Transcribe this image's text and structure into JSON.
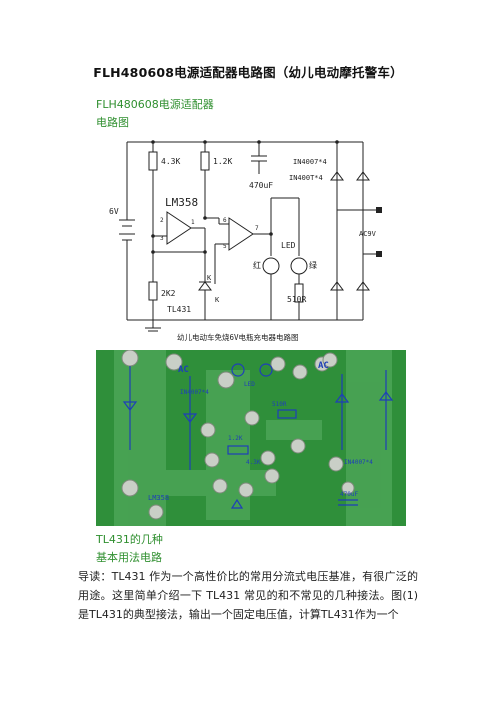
{
  "document": {
    "title": "FLH480608电源适配器电路图（幼儿电动摩托警车）",
    "subtitle_1": "FLH480608电源适配器",
    "subtitle_2": "电路图",
    "section_1": "TL431的几种",
    "section_2": "基本用法电路",
    "paragraph": "导读：TL431 作为一个高性价比的常用分流式电压基准，有很广泛的用途。这里简单介绍一下 TL431 常见的和不常见的几种接法。图(1)是TL431的典型接法，输出一个固定电压值，计算TL431作为一个"
  },
  "schematic": {
    "caption": "幼儿电动车免烧6V电瓶充电器电路图",
    "labels": {
      "r1": "4.3K",
      "r2": "1.2K",
      "cap": "470uF",
      "d_top1": "IN4007*4",
      "d_top2": "IN400T*4",
      "ic": "LM358",
      "battery": "6V",
      "ac": "AC9V",
      "led": "LED",
      "red": "红",
      "green_led": "绿",
      "r3": "2K2",
      "r4": "510R",
      "tl": "TL431",
      "k": "K",
      "pin1": "1",
      "pin2": "2",
      "pin3": "3",
      "pin6": "6",
      "pin5": "5",
      "pin7": "7"
    }
  },
  "photo": {
    "labels": {
      "ac_left": "AC",
      "ac_right": "AC",
      "diode_left": "IN4007*4",
      "diode_right": "IN4007*4",
      "led": "LED",
      "r510": "510R",
      "r12k": "1.2K",
      "r43k": "4.3K",
      "ic": "LM358",
      "cap": "470uF"
    },
    "colors": {
      "board": "#2f8f3a",
      "trace": "#59b35e",
      "ink": "#1e3fb8"
    }
  }
}
